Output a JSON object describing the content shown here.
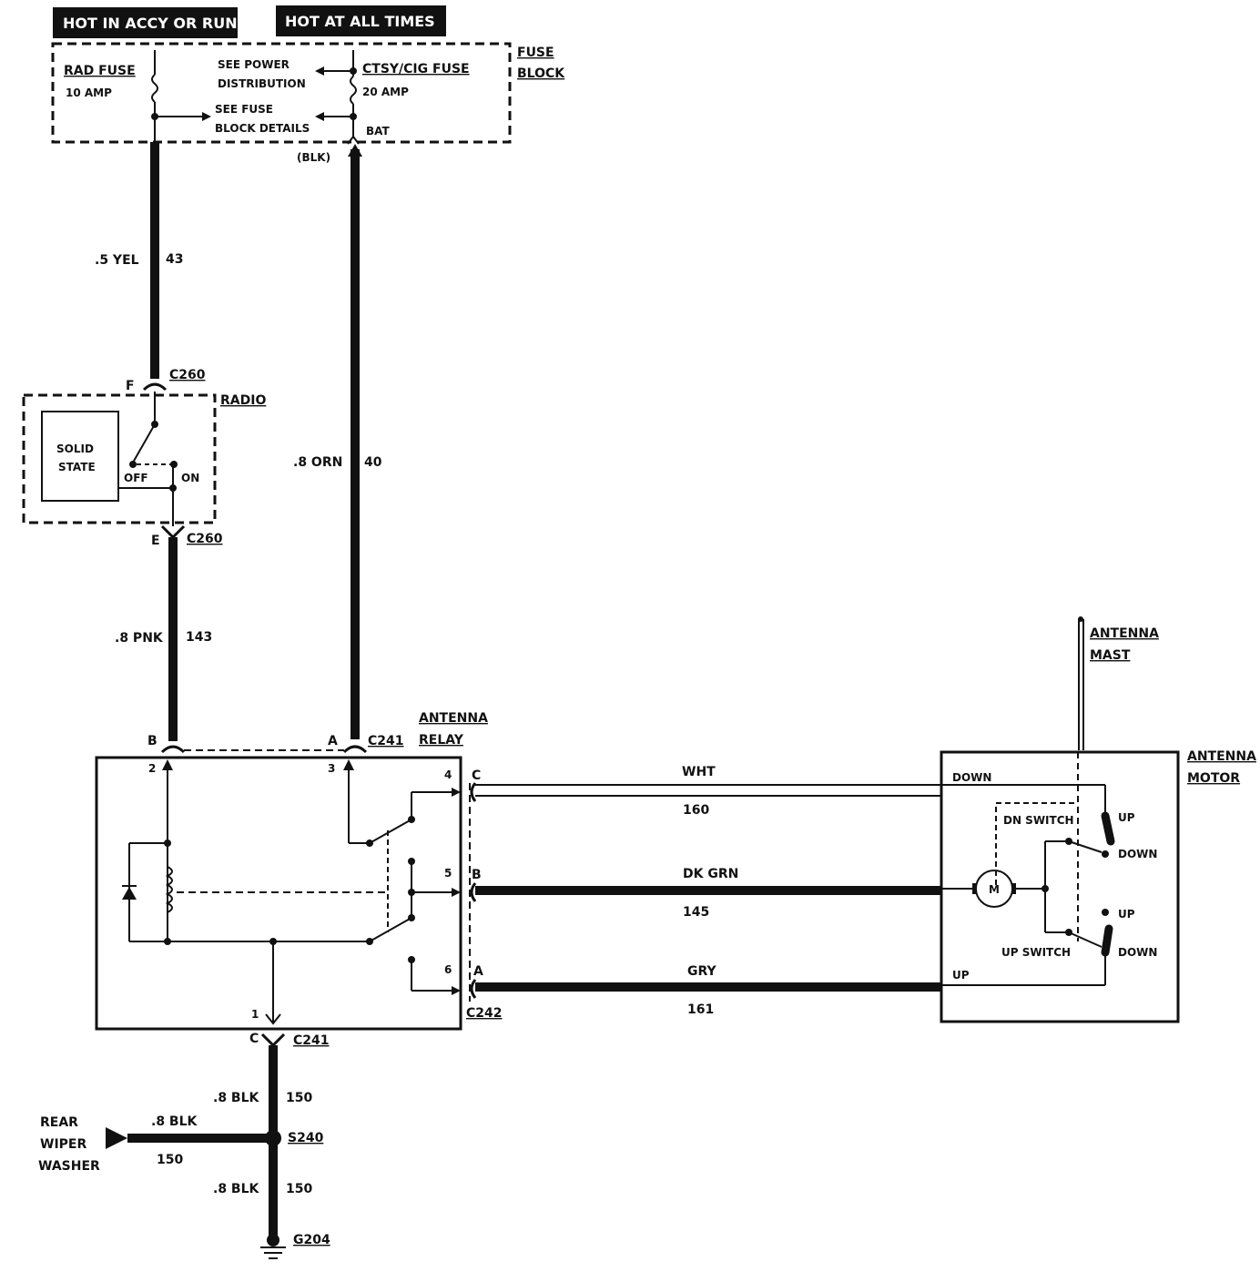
{
  "headers": {
    "accy_run": "HOT IN ACCY OR RUN",
    "all_times": "HOT AT ALL TIMES"
  },
  "fuse_block": {
    "title_line1": "FUSE",
    "title_line2": "BLOCK",
    "rad_fuse": "RAD FUSE",
    "rad_amp": "10 AMP",
    "ctsy_fuse": "CTSY/CIG FUSE",
    "ctsy_amp": "20 AMP",
    "see_power_1": "SEE POWER",
    "see_power_2": "DISTRIBUTION",
    "see_fuse_1": "SEE FUSE",
    "see_fuse_2": "BLOCK DETAILS",
    "bat": "BAT",
    "blk": "(BLK)"
  },
  "wires": {
    "yel_size": ".5 YEL",
    "yel_circuit": "43",
    "orn_size": ".8 ORN",
    "orn_circuit": "40",
    "pnk_size": ".8 PNK",
    "pnk_circuit": "143",
    "wht_color": "WHT",
    "wht_circuit": "160",
    "grn_color": "DK GRN",
    "grn_circuit": "145",
    "gry_color": "GRY",
    "gry_circuit": "161",
    "blk1_size": ".8 BLK",
    "blk1_circuit": "150",
    "blk2_size": ".8 BLK",
    "blk2_circuit": "150",
    "blk3_size": ".8 BLK",
    "blk3_circuit": "150"
  },
  "radio": {
    "title": "RADIO",
    "solid_1": "SOLID",
    "solid_2": "STATE",
    "off": "OFF",
    "on": "ON",
    "c260_top": "C260",
    "c260_bottom": "C260",
    "pin_f": "F",
    "pin_e": "E"
  },
  "relay": {
    "title_1": "ANTENNA",
    "title_2": "RELAY",
    "c241_top": "C241",
    "c241_bottom": "C241",
    "c242": "C242",
    "pin_b": "B",
    "pin_a": "A",
    "pin_c_bottom": "C",
    "term_2": "2",
    "term_3": "3",
    "term_1": "1",
    "term_4": "4",
    "term_5": "5",
    "term_6": "6",
    "out_c": "C",
    "out_b": "B",
    "out_a": "A"
  },
  "motor": {
    "title_1": "ANTENNA",
    "title_2": "MOTOR",
    "mast_1": "ANTENNA",
    "mast_2": "MAST",
    "down": "DOWN",
    "up": "UP",
    "dn_switch": "DN SWITCH",
    "up_switch": "UP SWITCH",
    "sw1_up": "UP",
    "sw1_down": "DOWN",
    "sw2_up": "UP",
    "sw2_down": "DOWN",
    "m": "M"
  },
  "ground": {
    "rear_1": "REAR",
    "rear_2": "WIPER",
    "rear_3": "WASHER",
    "s240": "S240",
    "g204": "G204"
  }
}
